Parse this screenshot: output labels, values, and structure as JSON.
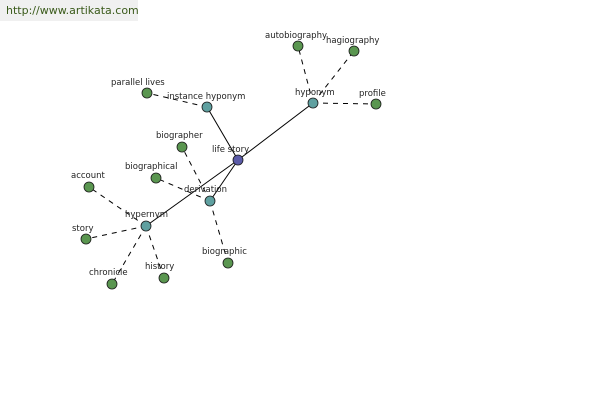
{
  "header": {
    "source_url": "http://www.artikata.com"
  },
  "colors": {
    "center": "#5b5ba8",
    "relation": "#5fa0a0",
    "leaf": "#5a9650"
  },
  "graph": {
    "center": {
      "id": "life_story",
      "label": "life story"
    },
    "relations": [
      {
        "id": "hyponym",
        "label": "hyponym"
      },
      {
        "id": "instance_hyponym",
        "label": "instance hyponym"
      },
      {
        "id": "derivation",
        "label": "derivation"
      },
      {
        "id": "hypernym",
        "label": "hypernym"
      }
    ],
    "leaves": [
      {
        "id": "autobiography",
        "label": "autobiography",
        "parent": "hyponym"
      },
      {
        "id": "hagiography",
        "label": "hagiography",
        "parent": "hyponym"
      },
      {
        "id": "profile",
        "label": "profile",
        "parent": "hyponym"
      },
      {
        "id": "parallel_lives",
        "label": "parallel lives",
        "parent": "instance_hyponym"
      },
      {
        "id": "biographer",
        "label": "biographer",
        "parent": "derivation"
      },
      {
        "id": "biographical",
        "label": "biographical",
        "parent": "derivation"
      },
      {
        "id": "biographic",
        "label": "biographic",
        "parent": "derivation"
      },
      {
        "id": "account",
        "label": "account",
        "parent": "hypernym"
      },
      {
        "id": "story",
        "label": "story",
        "parent": "hypernym"
      },
      {
        "id": "chronicle",
        "label": "chronicle",
        "parent": "hypernym"
      },
      {
        "id": "history",
        "label": "history",
        "parent": "hypernym"
      }
    ]
  }
}
